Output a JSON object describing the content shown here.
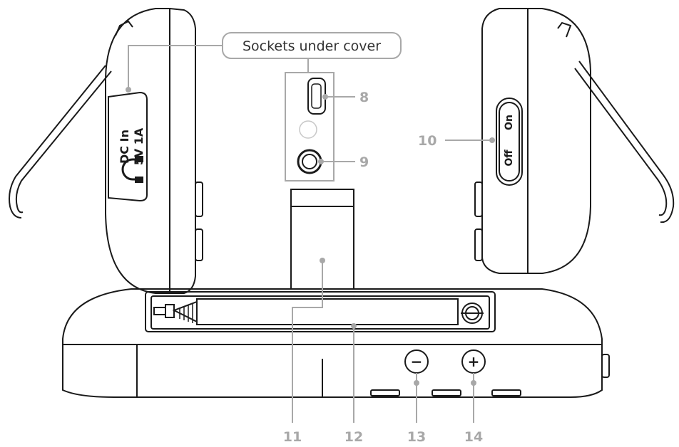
{
  "callout": {
    "text": "Sockets under cover"
  },
  "labels": {
    "dc_in": "DC In",
    "dc_rating": "5V 1A",
    "switch_on": "On",
    "switch_off": "Off"
  },
  "buttons": {
    "minus": "−",
    "plus": "+"
  },
  "numbers": {
    "n8": "8",
    "n9": "9",
    "n10": "10",
    "n11": "11",
    "n12": "12",
    "n13": "13",
    "n14": "14"
  },
  "colors": {
    "outline": "#1a1a1a",
    "leader": "#a8a8a8",
    "number": "#a8a8a8",
    "background": "#ffffff"
  }
}
